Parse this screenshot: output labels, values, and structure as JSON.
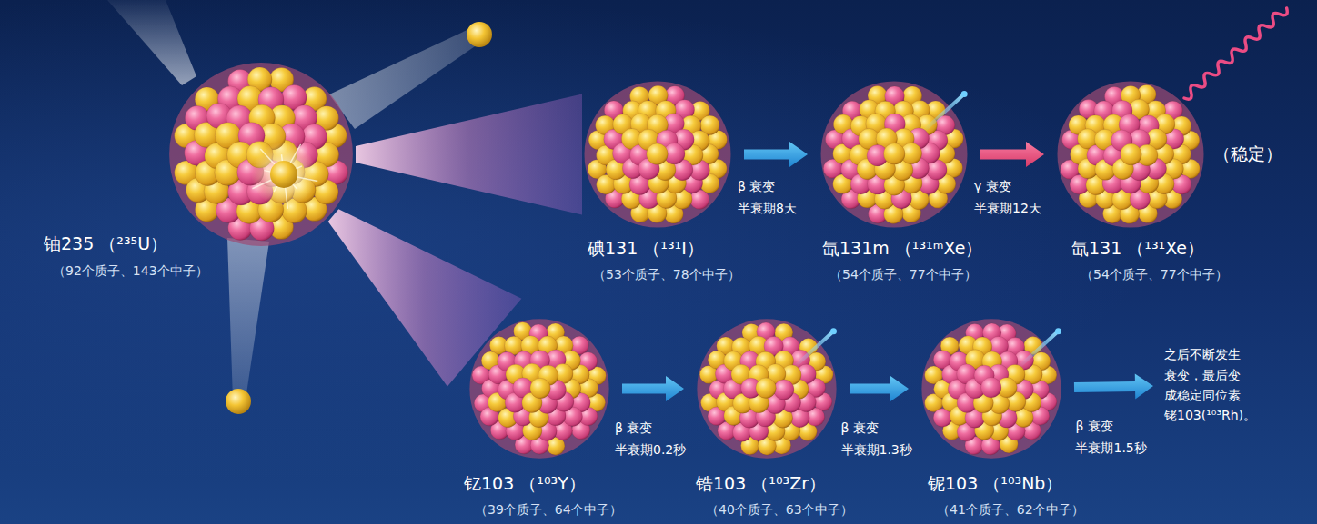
{
  "diagram": {
    "nodes": [
      {
        "text": [
          "铀235 （²³⁵U）",
          "（92个质子、143个中子）"
        ]
      },
      {
        "text": [
          "碘131 （¹³¹I）",
          "（53个质子、78个中子）"
        ]
      },
      {
        "text": [
          "氙131m （¹³¹ᵐXe）",
          "（54个质子、77个中子）"
        ]
      },
      {
        "text": [
          "氙131 （¹³¹Xe）",
          "（54个质子、77个中子）"
        ]
      },
      {
        "text": [
          "钇103 （¹⁰³Y）",
          "（39个质子、64个中子）"
        ]
      },
      {
        "text": [
          "锆103 （¹⁰³Zr）",
          "（40个质子、63个中子）"
        ]
      },
      {
        "text": [
          "铌103 （¹⁰³Nb）",
          "（41个质子、62个中子）"
        ]
      },
      {
        "text": [
          "之后不断发生 衰变，最后变 成稳定同位素 铑103(¹⁰³Rh)。"
        ]
      }
    ],
    "edges": [
      {
        "from": 0,
        "to": 1,
        "arrow": "none"
      },
      {
        "from": 0,
        "to": 4,
        "arrow": "none"
      },
      {
        "from": 1,
        "to": 2,
        "arrow": "to",
        "label": "β 衰变 半衰期8天"
      },
      {
        "from": 2,
        "to": 3,
        "arrow": "to",
        "label": "γ 衰变 半衰期12天"
      },
      {
        "from": 4,
        "to": 5,
        "arrow": "to",
        "label": "β 衰变 半衰期0.2秒"
      },
      {
        "from": 5,
        "to": 6,
        "arrow": "to",
        "label": "β 衰变 半衰期1.3秒"
      },
      {
        "from": 6,
        "to": 7,
        "arrow": "to",
        "label": "β 衰变 半衰期1.5秒"
      }
    ],
    "labels": [
      "（稳定）"
    ]
  }
}
